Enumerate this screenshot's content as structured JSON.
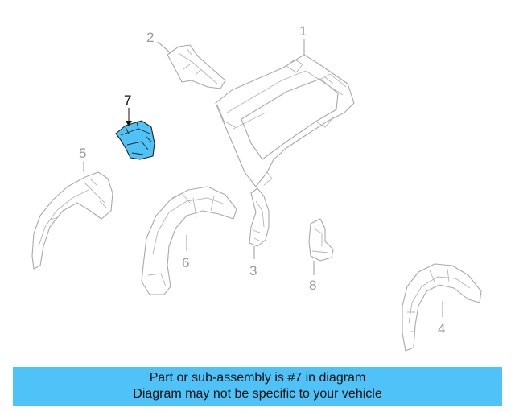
{
  "callouts": {
    "c1": "1",
    "c2": "2",
    "c3": "3",
    "c4": "4",
    "c5": "5",
    "c6": "6",
    "c7": "7",
    "c8": "8"
  },
  "highlight": {
    "part": "7",
    "color": "#4fc3f7"
  },
  "banner": {
    "line1": "Part or sub-assembly is #7 in diagram",
    "line2": "Diagram may not be specific to your vehicle",
    "color": "#4fc3f7"
  }
}
